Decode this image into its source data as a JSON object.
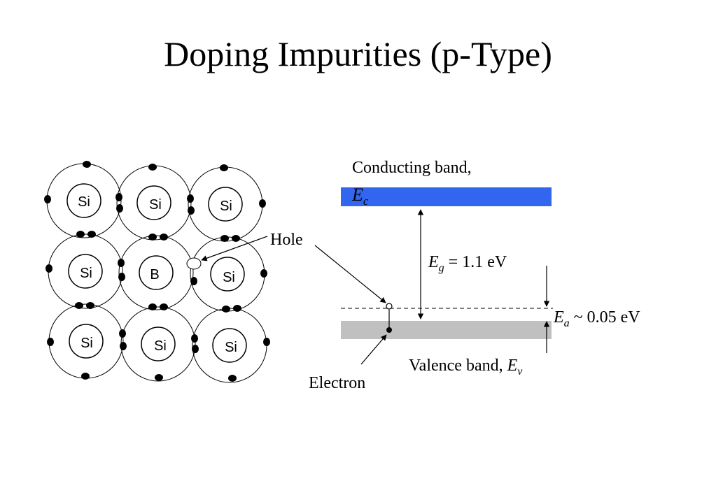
{
  "slide": {
    "title": "Doping Impurities (p-Type)"
  },
  "lattice": {
    "atoms": [
      [
        "Si",
        "Si",
        "Si"
      ],
      [
        "Si",
        "B",
        "Si"
      ],
      [
        "Si",
        "Si",
        "Si"
      ]
    ]
  },
  "band_diagram": {
    "conducting_band_label": "Conducting band,",
    "conducting_band_symbol": "E",
    "conducting_band_subscript": "c",
    "gap_symbol": "E",
    "gap_subscript": "g",
    "gap_value": " = 1.1 eV",
    "acceptor_symbol": "E",
    "acceptor_subscript": "a",
    "acceptor_value": " ~ 0.05 eV",
    "valence_band_label": "Valence band, ",
    "valence_band_symbol": "E",
    "valence_band_subscript": "v",
    "hole_label": "Hole",
    "electron_label": "Electron"
  },
  "colors": {
    "conducting_band": "#3366ee",
    "valence_band": "#c0c0c0",
    "text": "#000000"
  }
}
